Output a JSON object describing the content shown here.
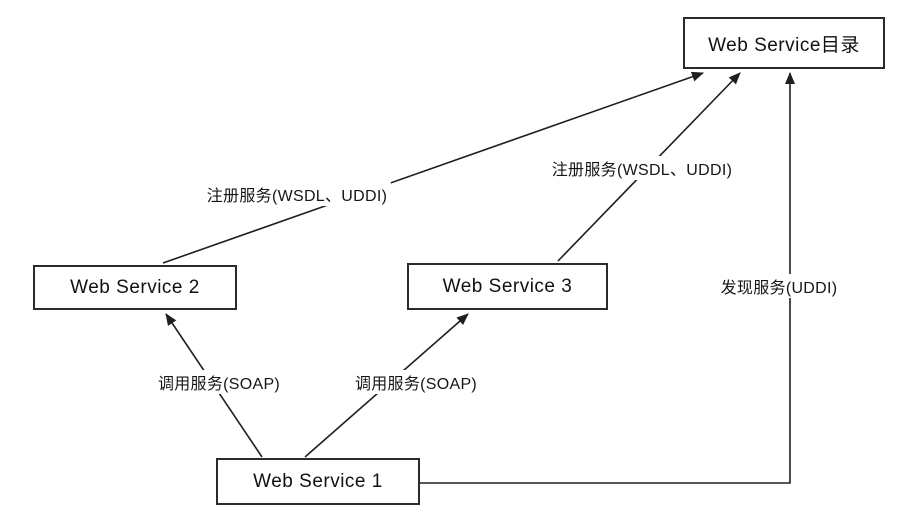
{
  "diagram": {
    "nodes": {
      "directory": {
        "label": "Web Service目录"
      },
      "ws2": {
        "label": "Web Service 2"
      },
      "ws3": {
        "label": "Web Service 3"
      },
      "ws1": {
        "label": "Web Service 1"
      }
    },
    "edges": {
      "register_ws2": {
        "from": "Web Service 2",
        "to": "Web Service目录",
        "label": "注册服务(WSDL、UDDI)"
      },
      "register_ws3": {
        "from": "Web Service 3",
        "to": "Web Service目录",
        "label": "注册服务(WSDL、UDDI)"
      },
      "call_ws2": {
        "from": "Web Service 1",
        "to": "Web Service 2",
        "label": "调用服务(SOAP)"
      },
      "call_ws3": {
        "from": "Web Service 1",
        "to": "Web Service 3",
        "label": "调用服务(SOAP)"
      },
      "discover": {
        "from": "Web Service 1",
        "to": "Web Service目录",
        "label": "发现服务(UDDI)"
      }
    },
    "colors": {
      "ink": "#1a1a1a",
      "background": "#ffffff"
    }
  }
}
